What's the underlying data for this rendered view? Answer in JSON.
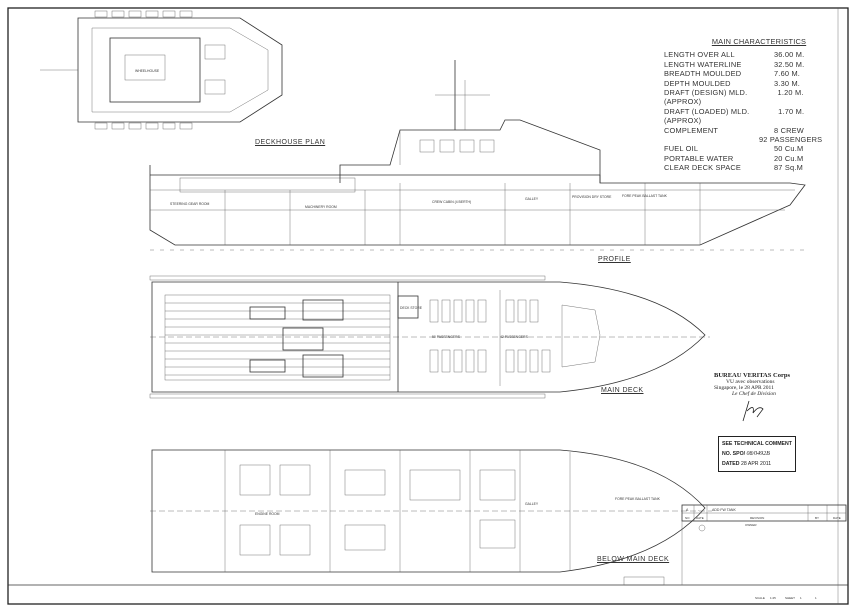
{
  "drawing": {
    "views": {
      "deckhouse_plan": "DECKHOUSE PLAN",
      "profile": "PROFILE",
      "main_deck": "MAIN DECK",
      "below_main_deck": "BELOW MAIN DECK"
    },
    "compartments": {
      "steering_gear_room": "STEERING GEAR ROOM",
      "machinery_room": "MACHINERY ROOM",
      "crew_cabin": "CREW CABIN (4 BERTH)",
      "galley": "GALLEY",
      "provision_dry_store": "PROVISION DRY STORE",
      "fore_peak": "FORE PEAK BALLAST TANK",
      "deck_store": "DECK STORE",
      "passengers_aft": "50 PASSENGERS",
      "passengers_fwd": "42 PASSENGERS",
      "engine_room": "ENGINE ROOM",
      "wheelhouse": "WHEELHOUSE"
    }
  },
  "main_characteristics": {
    "title": "MAIN CHARACTERISTICS",
    "rows": [
      {
        "label": "LENGTH OVER ALL",
        "value": "36.00 M."
      },
      {
        "label": "LENGTH WATERLINE",
        "value": "32.50 M."
      },
      {
        "label": "BREADTH MOULDED",
        "value": "7.60 M."
      },
      {
        "label": "DEPTH MOULDED",
        "value": "3.30 M."
      },
      {
        "label": "DRAFT (DESIGN) MLD.(APPROX)",
        "value": "1.20 M."
      },
      {
        "label": "DRAFT (LOADED) MLD.(APPROX)",
        "value": "1.70 M."
      },
      {
        "label": "COMPLEMENT",
        "value": "8 CREW"
      },
      {
        "label": "",
        "value": "92 PASSENGERS"
      },
      {
        "label": "FUEL OIL",
        "value": "50 Cu.M"
      },
      {
        "label": "PORTABLE WATER",
        "value": "20 Cu.M"
      },
      {
        "label": "CLEAR DECK SPACE",
        "value": "87 Sq.M"
      }
    ]
  },
  "approval_stamp": {
    "org": "BUREAU VERITAS Corps",
    "line1": "VU avec observations",
    "line2": "Singapore, le   28 APR 2011",
    "line3": "Le Chef de Division"
  },
  "technical_comment": {
    "title": "SEE TECHNICAL COMMENT",
    "no_label": "NO. SPO/",
    "no_value": "08/0492B",
    "dated_label": "DATED",
    "dated_value": "28 APR 2011"
  },
  "title_block": {
    "rev_no": "A",
    "rev_date": "-",
    "rev_desc": "ADD FW TANK",
    "hdr_no": "NO",
    "hdr_date": "DATE",
    "hdr_revision": "REVISION",
    "hdr_by": "BY",
    "hdr_date2": "DATE",
    "owner_label": "OWNER",
    "scale_label": "SCALE",
    "scale_value": "1:25",
    "sheet_label": "SHEET",
    "sheet_value": "1",
    "of_value": "1"
  }
}
